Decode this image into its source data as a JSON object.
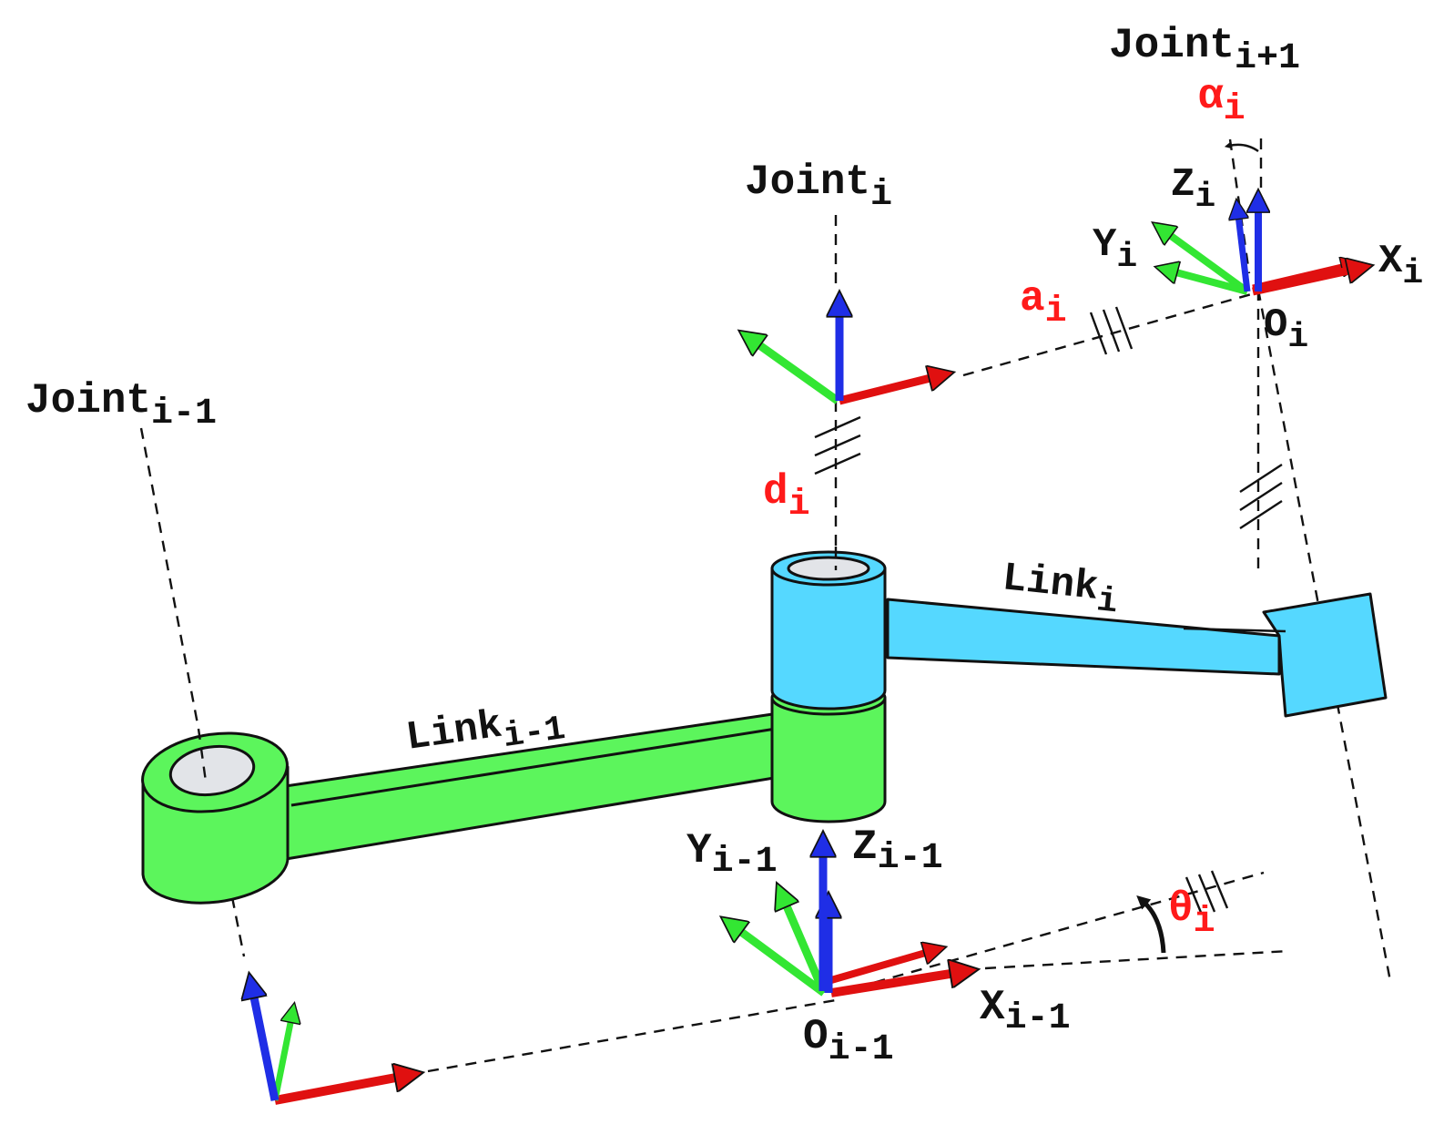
{
  "colors": {
    "x_axis": "#e01010",
    "y_axis": "#33e633",
    "z_axis": "#1f2ee6",
    "link_prev": "#5cf55c",
    "link_curr": "#55d8ff",
    "parameter_label": "#ff1a1a",
    "label": "#111111",
    "bore": "#e2e4e8"
  },
  "joints": {
    "prev": {
      "name": "Joint",
      "sub": "i-1"
    },
    "curr": {
      "name": "Joint",
      "sub": "i"
    },
    "next": {
      "name": "Joint",
      "sub": "i+1"
    }
  },
  "links": {
    "prev": {
      "name": "Link",
      "sub": "i-1"
    },
    "curr": {
      "name": "Link",
      "sub": "i"
    }
  },
  "frame_prev": {
    "x": {
      "name": "X",
      "sub": "i-1"
    },
    "y": {
      "name": "Y",
      "sub": "i-1"
    },
    "z": {
      "name": "Z",
      "sub": "i-1"
    },
    "origin": {
      "name": "O",
      "sub": "i-1"
    }
  },
  "frame_curr": {
    "x": {
      "name": "X",
      "sub": "i"
    },
    "y": {
      "name": "Y",
      "sub": "i"
    },
    "z": {
      "name": "Z",
      "sub": "i"
    },
    "origin": {
      "name": "O",
      "sub": "i"
    }
  },
  "dh_parameters": {
    "theta": {
      "name": "θ",
      "sub": "i"
    },
    "d": {
      "name": "d",
      "sub": "i"
    },
    "a": {
      "name": "a",
      "sub": "i"
    },
    "alpha": {
      "name": "α",
      "sub": "i"
    }
  }
}
